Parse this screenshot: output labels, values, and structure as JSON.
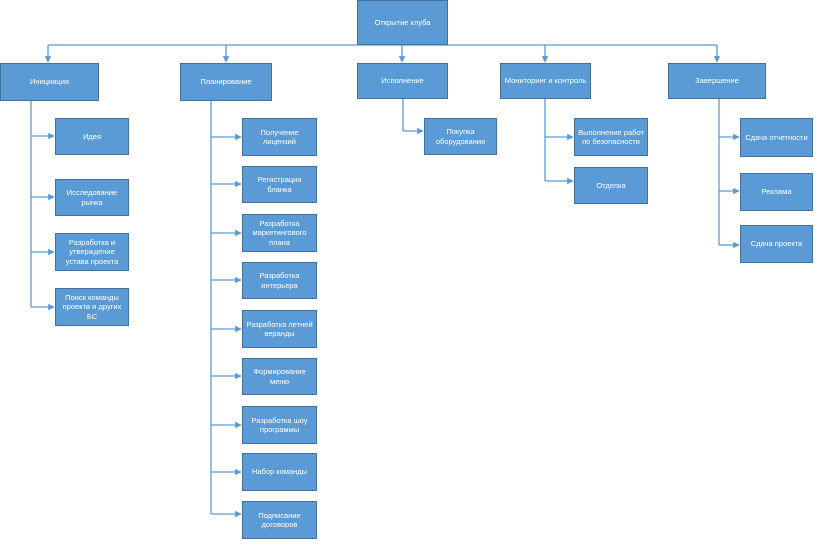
{
  "colors": {
    "box_fill": "#5b9bd5",
    "box_border": "#41719c",
    "connector": "#5b9bd5",
    "text": "#ffffff"
  },
  "root": {
    "label": "Открытие клуба"
  },
  "phases": [
    {
      "label": "Инициация",
      "tasks": [
        "Идея",
        "Исследование рынка",
        "Разработка и утверждение устава проекта",
        "Поиск команды проекта и других БС"
      ]
    },
    {
      "label": "Планирование",
      "tasks": [
        "Получение лицензий",
        "Регистрация бланка",
        "Разработка маркетингового плана",
        "Разработка интерьера",
        "Разработка летней веранды",
        "Формирование меню",
        "Разработка шоу программы",
        "Набор команды",
        "Подписание договоров"
      ]
    },
    {
      "label": "Исполнение",
      "tasks": [
        "Покупка оборудования"
      ]
    },
    {
      "label": "Мониторинг и контроль",
      "tasks": [
        "Выполнение работ по безопасности",
        "Отделка"
      ]
    },
    {
      "label": "Завершение",
      "tasks": [
        "Сдача отчетности",
        "Реклама",
        "Сдача проекта"
      ]
    }
  ]
}
